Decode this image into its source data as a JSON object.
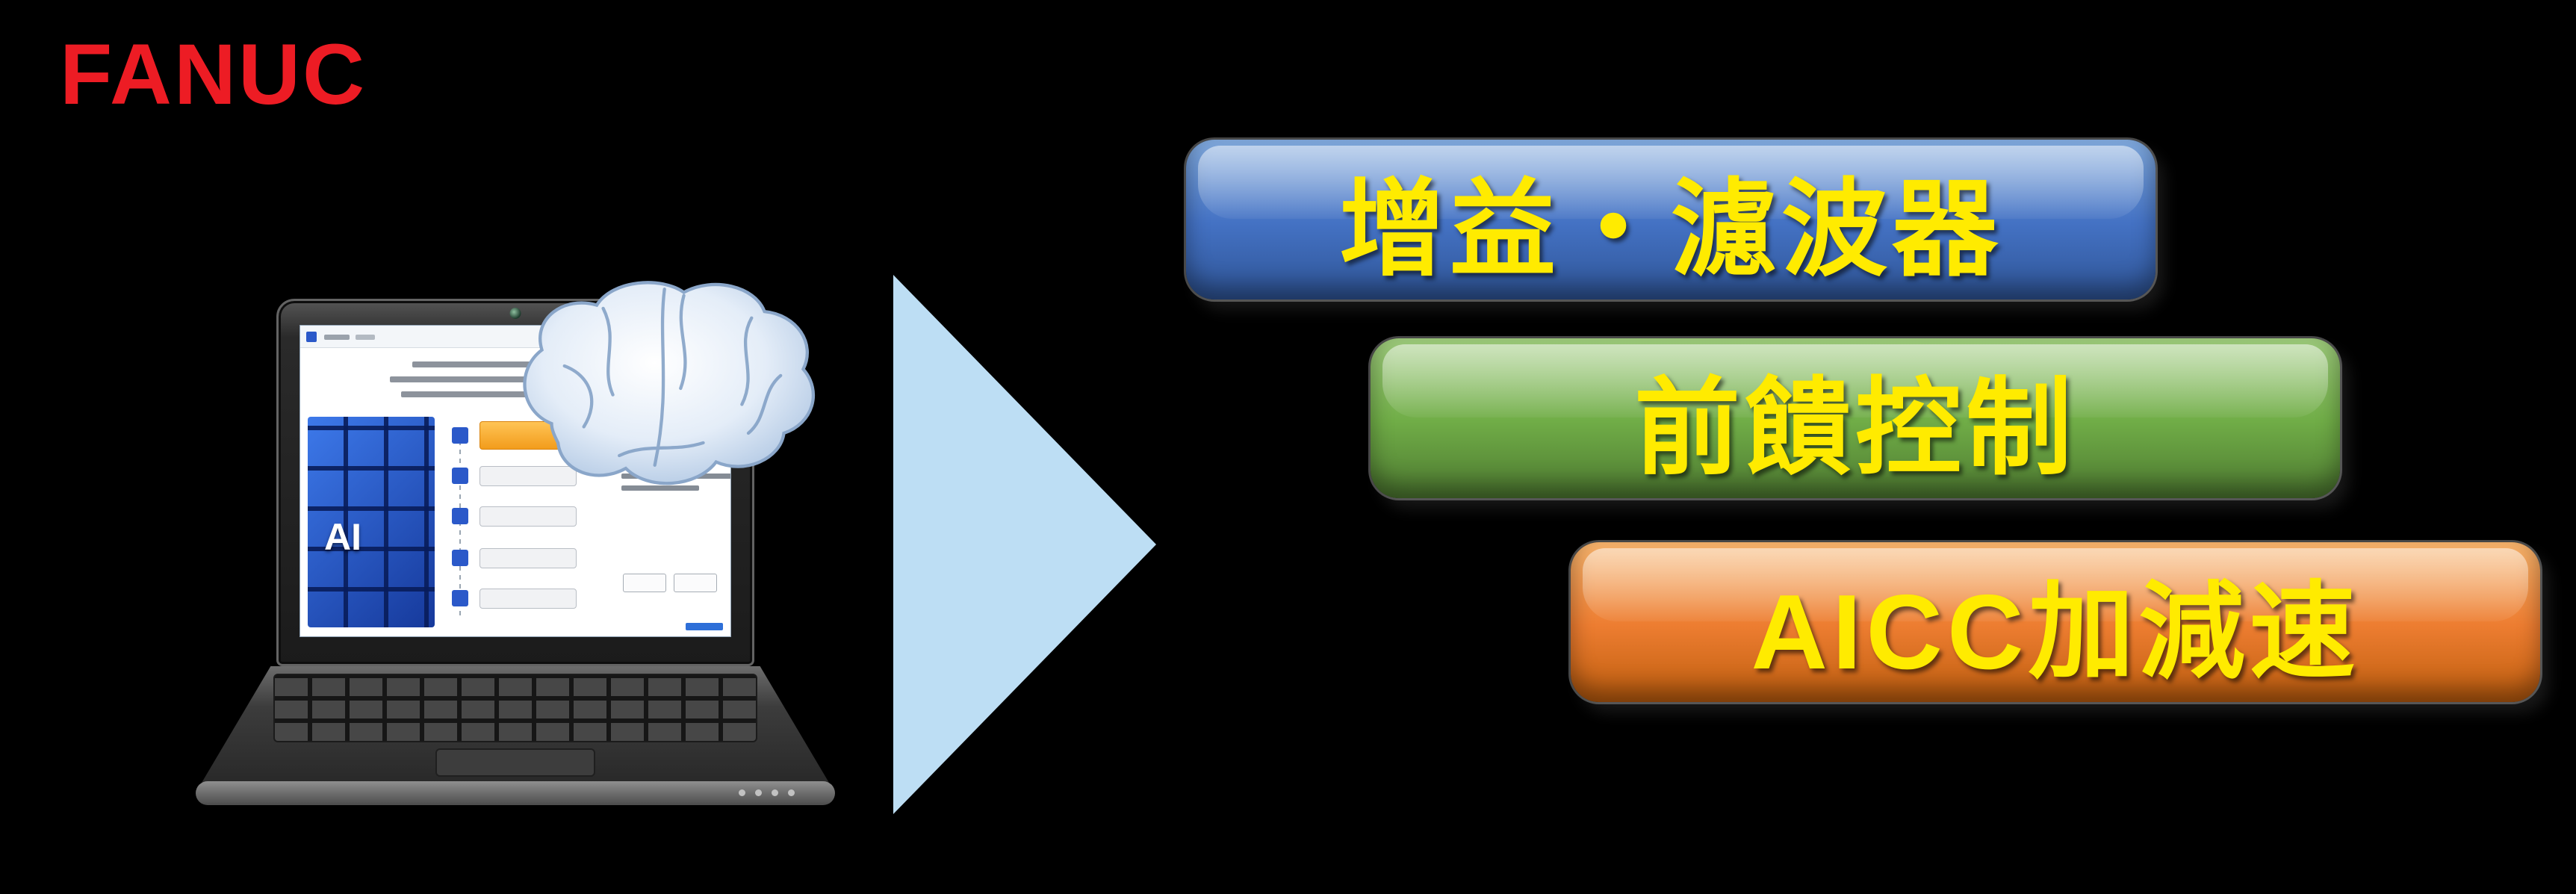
{
  "slide": {
    "background": "#000000"
  },
  "logo": {
    "text": "FANUC",
    "color": "#ED1C24"
  },
  "laptop": {
    "ai_label": "AI"
  },
  "arrow": {
    "color": "#BDDEF4"
  },
  "banner_text_color": "#FFEB00",
  "banners": [
    {
      "id": "gain-filter",
      "label": "增益・濾波器",
      "color_top": "#7FA8DC",
      "color_mid": "#4472C4",
      "color_bottom": "#2F5597"
    },
    {
      "id": "feedforward-control",
      "label": "前饋控制",
      "color_top": "#9CC97A",
      "color_mid": "#70AD47",
      "color_bottom": "#4E7A31"
    },
    {
      "id": "aicc-accel-decel",
      "label": "AICC加減速",
      "color_top": "#F6B26B",
      "color_mid": "#ED7D31",
      "color_bottom": "#BF5E0E"
    }
  ]
}
